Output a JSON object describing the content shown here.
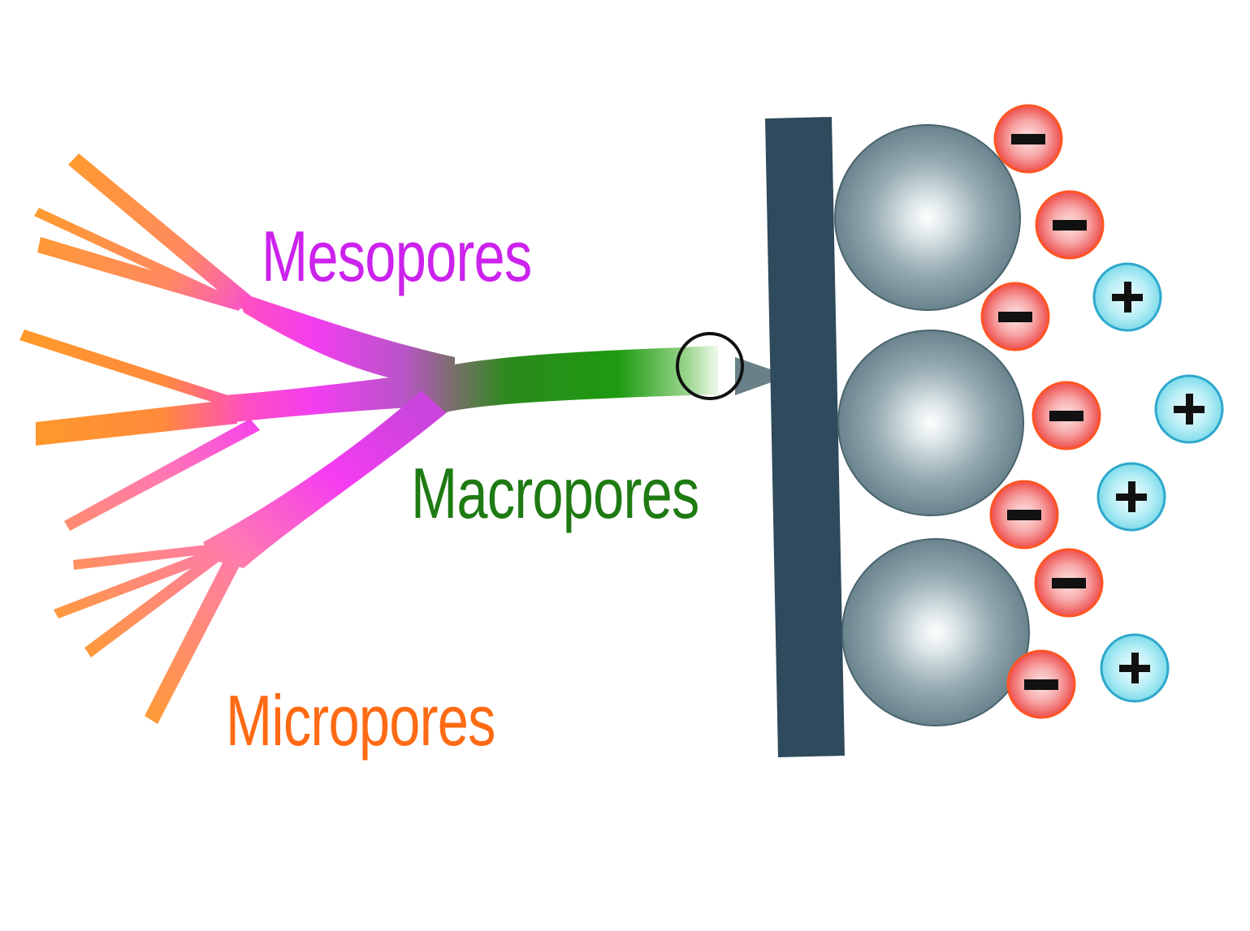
{
  "labels": {
    "mesopores": "Mesopores",
    "macropores": "Macropores",
    "micropores": "Micropores"
  },
  "colors": {
    "mesopores": "#cc22ee",
    "macropores": "#1e7a12",
    "micropores": "#ff6a14",
    "electrode": "#2e4a5c",
    "particle": "#6f8a94",
    "anion_fill": "#ef5555",
    "anion_stroke": "#ff5522",
    "cation_fill": "#7fdcea",
    "cation_stroke": "#2ea8cc"
  },
  "ions": {
    "anion_symbol": "−",
    "cation_symbol": "+"
  }
}
